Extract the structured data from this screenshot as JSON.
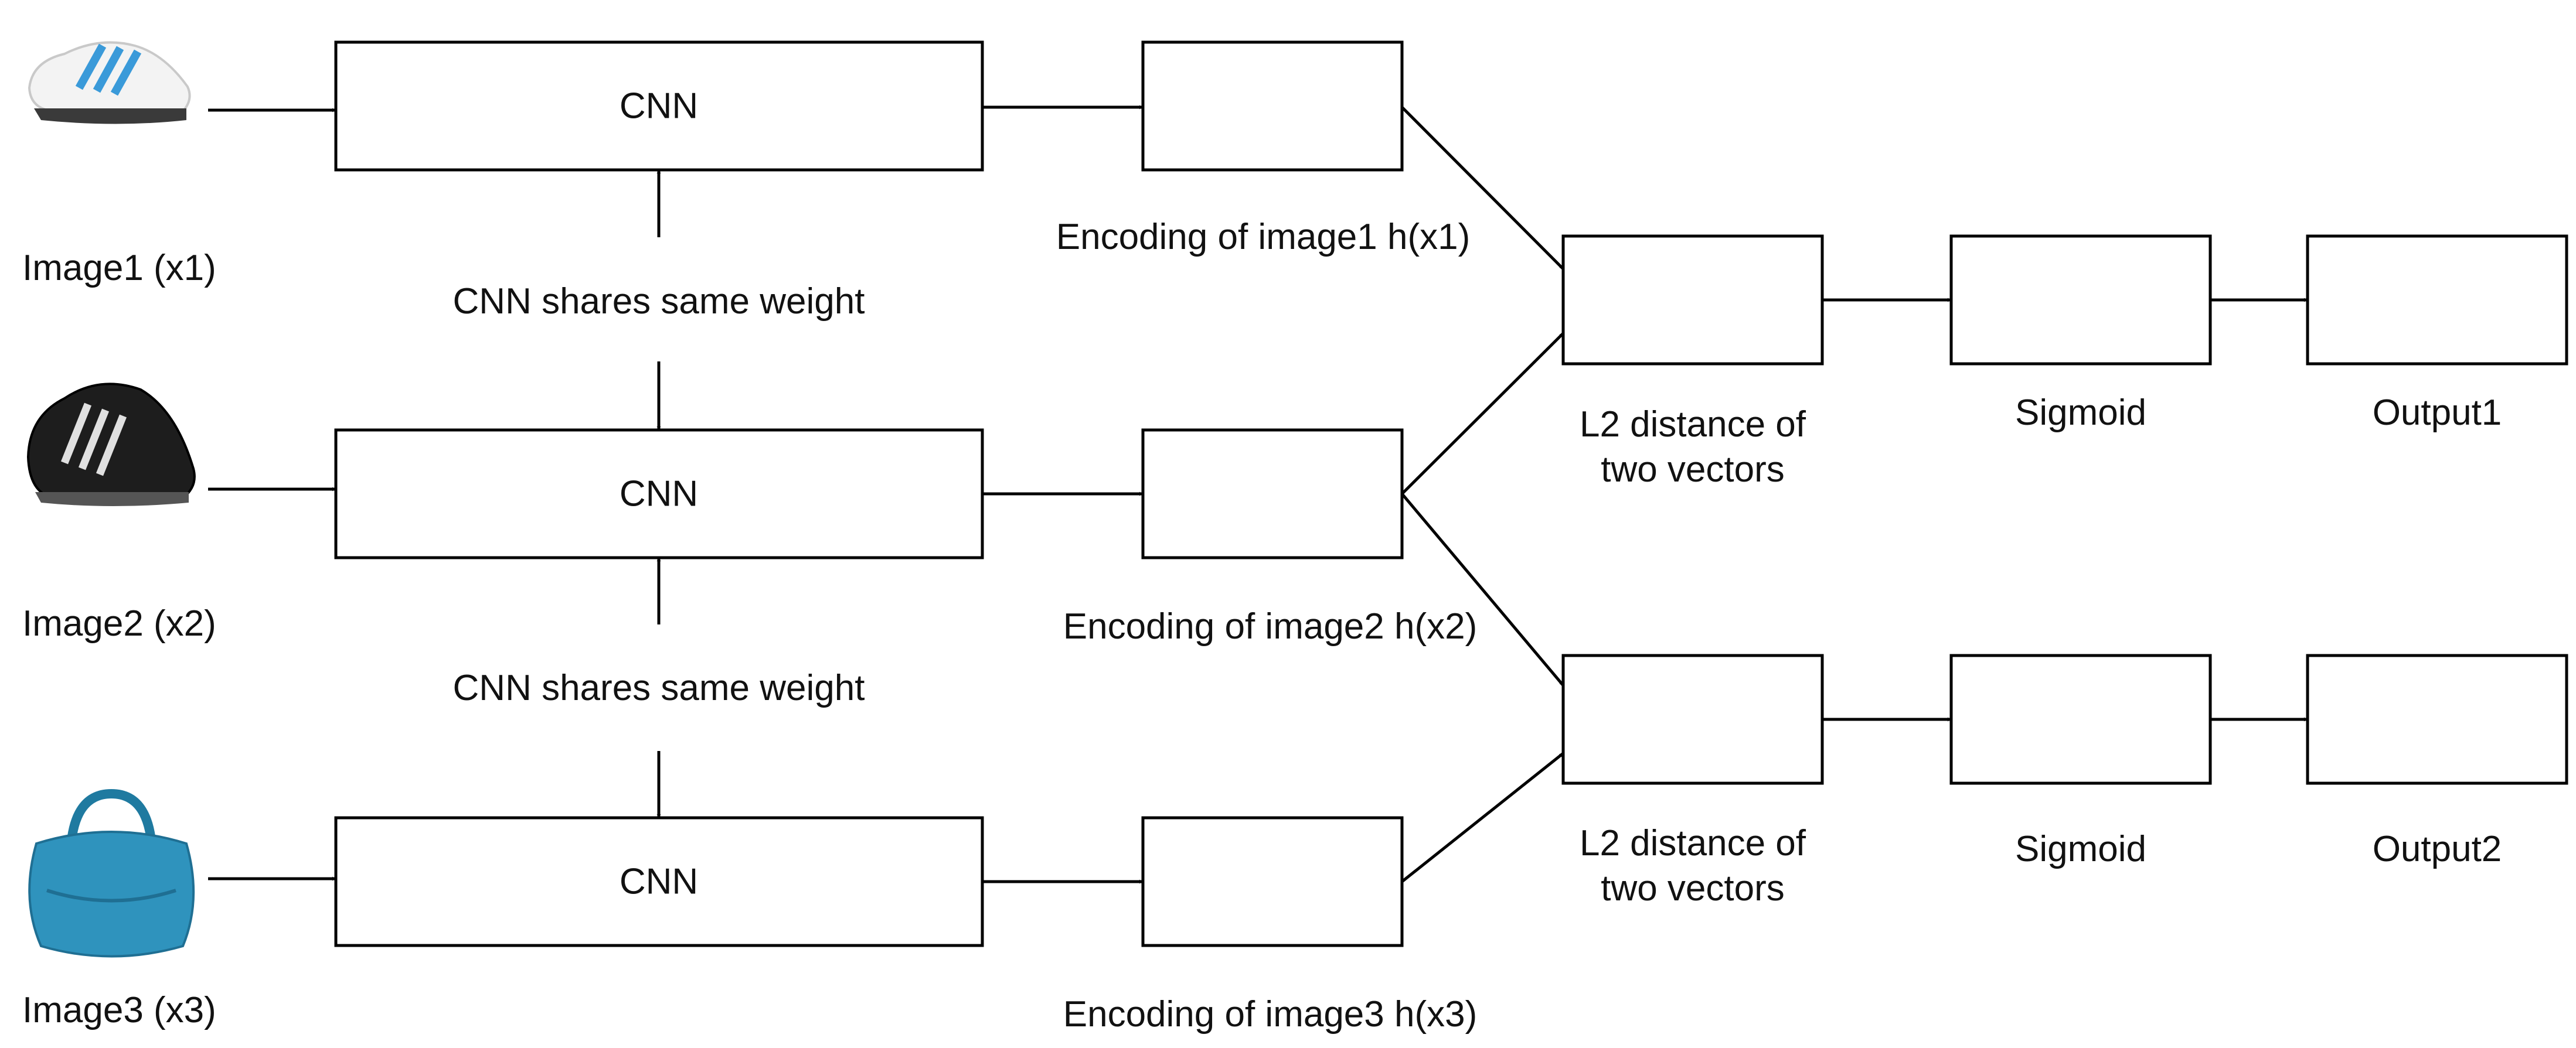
{
  "inputs": [
    {
      "label": "Image1 (x1)",
      "icon": "white-sneaker-icon"
    },
    {
      "label": "Image2 (x2)",
      "icon": "black-sneaker-icon"
    },
    {
      "label": "Image3 (x3)",
      "icon": "blue-handbag-icon"
    }
  ],
  "cnn_label": "CNN",
  "shared_weight_label": "CNN shares same weight",
  "encodings": [
    "Encoding of image1 h(x1)",
    "Encoding of image2 h(x2)",
    "Encoding of image3 h(x3)"
  ],
  "distance": {
    "line1": "L2 distance of",
    "line2": "two vectors"
  },
  "sigmoid_label": "Sigmoid",
  "outputs": [
    "Output1",
    "Output2"
  ],
  "colors": {
    "stroke": "#000000",
    "sneaker_blue": "#3a9ad9",
    "handbag_blue": "#2f93bd"
  }
}
